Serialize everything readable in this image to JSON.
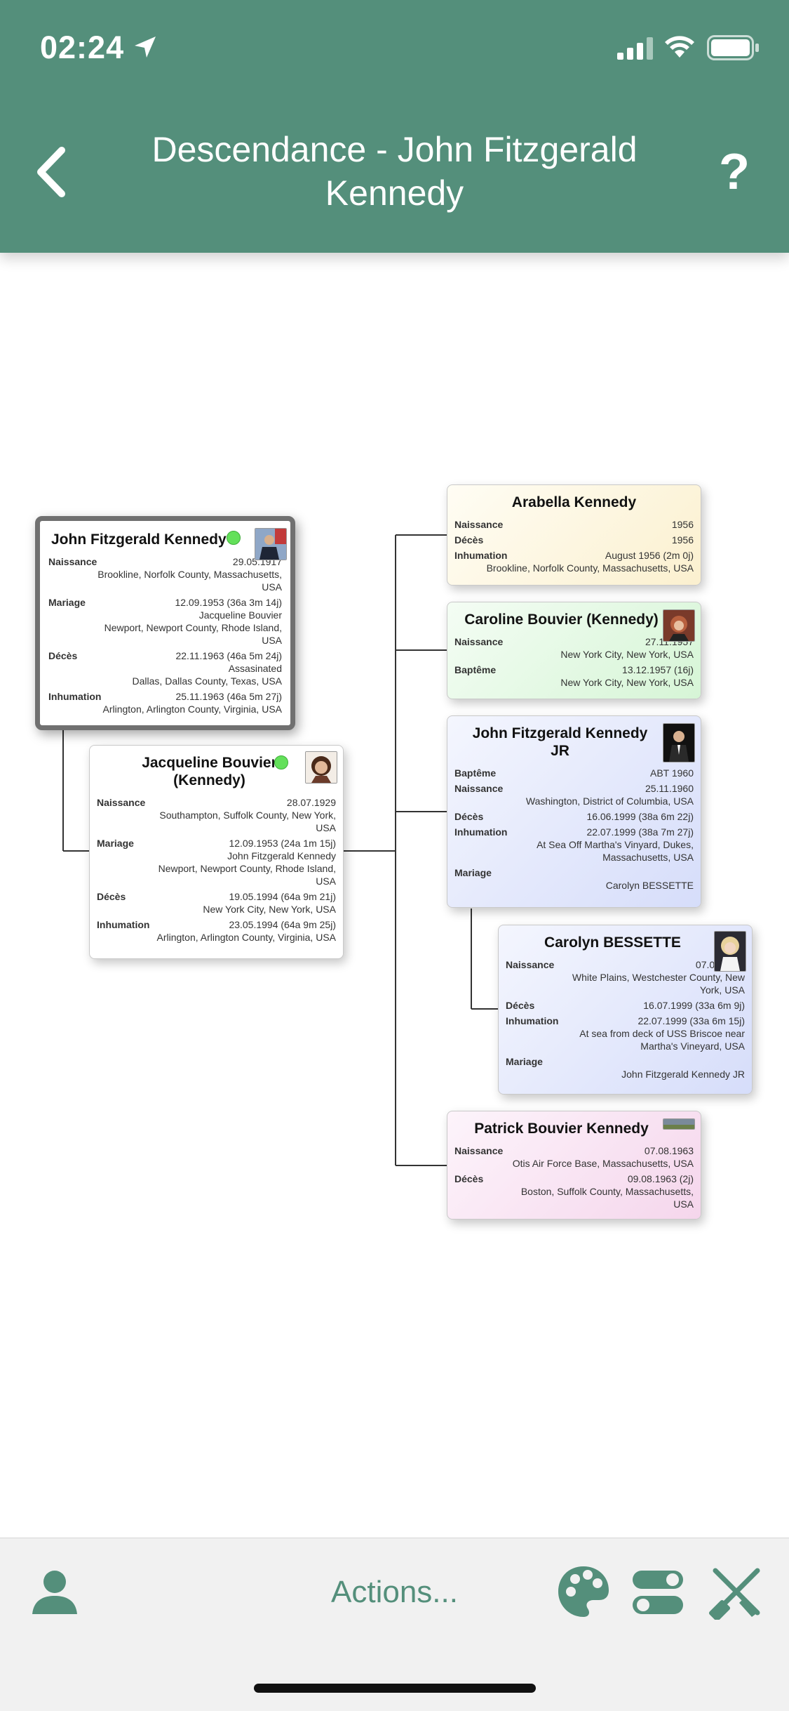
{
  "status": {
    "time": "02:24"
  },
  "header": {
    "title": "Descendance - John Fitzgerald Kennedy",
    "help": "?"
  },
  "cards": {
    "jfk": {
      "name": "John Fitzgerald Kennedy",
      "rows": [
        {
          "k": "Naissance",
          "v": "29.05.1917",
          "sub": [
            "Brookline, Norfolk County, Massachusetts,",
            "USA"
          ]
        },
        {
          "k": "Mariage",
          "v": "12.09.1953 (36a 3m 14j)",
          "sub": [
            "Jacqueline Bouvier",
            "Newport, Newport County, Rhode Island,",
            "USA"
          ]
        },
        {
          "k": "Décès",
          "v": "22.11.1963 (46a 5m 24j)",
          "sub": [
            "Assasinated",
            "Dallas, Dallas County, Texas, USA"
          ]
        },
        {
          "k": "Inhumation",
          "v": "25.11.1963 (46a 5m 27j)",
          "sub": [
            "Arlington, Arlington County, Virginia, USA"
          ]
        }
      ]
    },
    "jackie": {
      "name": "Jacqueline Bouvier (Kennedy)",
      "rows": [
        {
          "k": "Naissance",
          "v": "28.07.1929",
          "sub": [
            "Southampton, Suffolk County, New York,",
            "USA"
          ]
        },
        {
          "k": "Mariage",
          "v": "12.09.1953 (24a 1m 15j)",
          "sub": [
            "John Fitzgerald Kennedy",
            "Newport, Newport County, Rhode Island,",
            "USA"
          ]
        },
        {
          "k": "Décès",
          "v": "19.05.1994 (64a 9m 21j)",
          "sub": [
            "New York City, New York, USA"
          ]
        },
        {
          "k": "Inhumation",
          "v": "23.05.1994 (64a 9m 25j)",
          "sub": [
            "Arlington, Arlington County, Virginia, USA"
          ]
        }
      ]
    },
    "arabella": {
      "name": "Arabella Kennedy",
      "rows": [
        {
          "k": "Naissance",
          "v": "1956",
          "sub": []
        },
        {
          "k": "Décès",
          "v": "1956",
          "sub": []
        },
        {
          "k": "Inhumation",
          "v": "August 1956 (2m 0j)",
          "sub": [
            "Brookline, Norfolk County, Massachusetts, USA"
          ]
        }
      ]
    },
    "caroline": {
      "name": "Caroline Bouvier (Kennedy)",
      "rows": [
        {
          "k": "Naissance",
          "v": "27.11.1957",
          "sub": [
            "New York City, New York, USA"
          ]
        },
        {
          "k": "Baptême",
          "v": "13.12.1957 (16j)",
          "sub": [
            "New York City, New York, USA"
          ]
        }
      ]
    },
    "jfkjr": {
      "name": "John Fitzgerald Kennedy JR",
      "rows": [
        {
          "k": "Baptême",
          "v": "ABT 1960",
          "sub": []
        },
        {
          "k": "Naissance",
          "v": "25.11.1960",
          "sub": [
            "Washington, District of Columbia, USA"
          ]
        },
        {
          "k": "Décès",
          "v": "16.06.1999 (38a 6m 22j)",
          "sub": []
        },
        {
          "k": "Inhumation",
          "v": "22.07.1999 (38a 7m 27j)",
          "sub": [
            "At Sea Off Martha's Vinyard, Dukes,",
            "Massachusetts, USA"
          ]
        },
        {
          "k": "Mariage",
          "v": "",
          "sub": [
            "Carolyn BESSETTE"
          ]
        }
      ]
    },
    "carolyn": {
      "name": "Carolyn BESSETTE",
      "rows": [
        {
          "k": "Naissance",
          "v": "07.01.1966",
          "sub": [
            "White Plains, Westchester County, New",
            "York, USA"
          ]
        },
        {
          "k": "Décès",
          "v": "16.07.1999 (33a 6m 9j)",
          "sub": []
        },
        {
          "k": "Inhumation",
          "v": "22.07.1999 (33a 6m 15j)",
          "sub": [
            "At sea from deck of USS Briscoe near",
            "Martha's Vineyard, USA"
          ]
        },
        {
          "k": "Mariage",
          "v": "",
          "sub": [
            "John Fitzgerald Kennedy JR"
          ]
        }
      ]
    },
    "patrick": {
      "name": "Patrick Bouvier Kennedy",
      "rows": [
        {
          "k": "Naissance",
          "v": "07.08.1963",
          "sub": [
            "Otis Air Force Base, Massachusetts, USA"
          ]
        },
        {
          "k": "Décès",
          "v": "09.08.1963 (2j)",
          "sub": [
            "Boston, Suffolk County, Massachusetts,",
            "USA"
          ]
        }
      ]
    }
  },
  "toolbar": {
    "actions_label": "Actions..."
  },
  "colors": {
    "header": "#548f7b",
    "arabella": "#fdf4d8",
    "caroline": "#dcf7dc",
    "jfkjr": "#dde3fb",
    "carolyn": "#dde3fb",
    "patrick": "#f7dcef"
  }
}
